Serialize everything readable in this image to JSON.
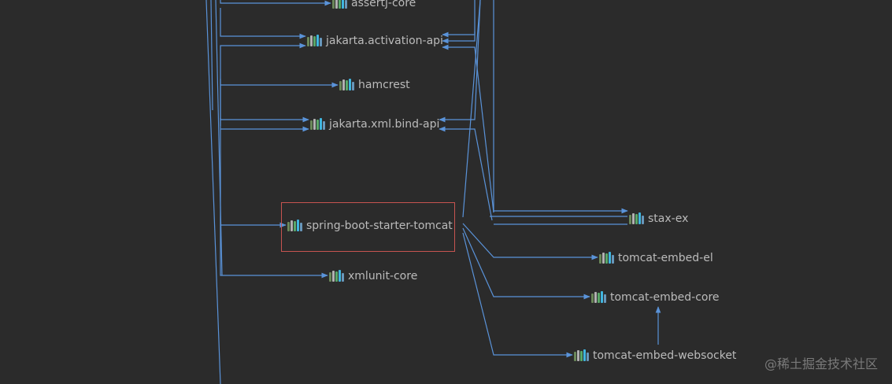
{
  "graph": {
    "nodes": [
      {
        "id": "assertj-core",
        "label": "assertj-core"
      },
      {
        "id": "jakarta-activation-api",
        "label": "jakarta.activation-api"
      },
      {
        "id": "hamcrest",
        "label": "hamcrest"
      },
      {
        "id": "jakarta-xml-bind-api",
        "label": "jakarta.xml.bind-api"
      },
      {
        "id": "spring-boot-starter-tomcat",
        "label": "spring-boot-starter-tomcat",
        "selected": true
      },
      {
        "id": "xmlunit-core",
        "label": "xmlunit-core"
      },
      {
        "id": "stax-ex",
        "label": "stax-ex"
      },
      {
        "id": "tomcat-embed-el",
        "label": "tomcat-embed-el"
      },
      {
        "id": "tomcat-embed-core",
        "label": "tomcat-embed-core"
      },
      {
        "id": "tomcat-embed-websocket",
        "label": "tomcat-embed-websocket"
      }
    ],
    "edge_color": "#5a93d9",
    "selection_color": "#c75450",
    "node_icon": "library-bars-icon"
  },
  "watermark": "@稀土掘金技术社区"
}
